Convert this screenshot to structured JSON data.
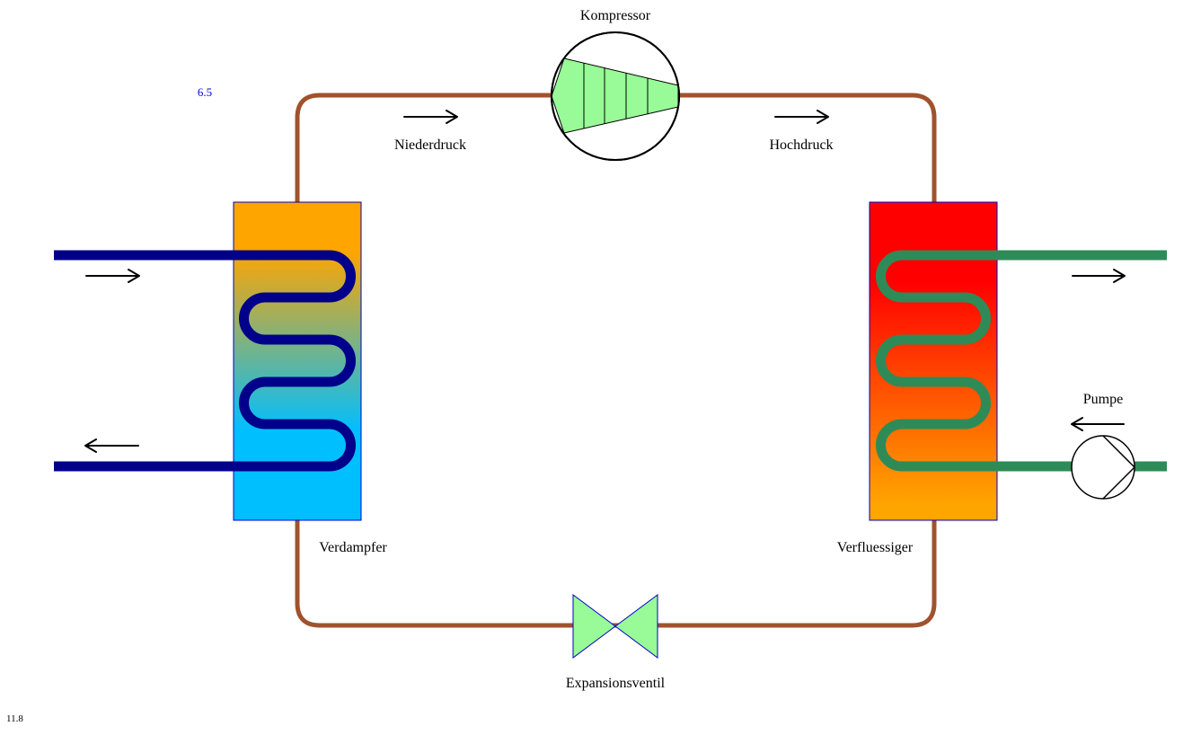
{
  "labels": {
    "compressor": "Kompressor",
    "low_pressure": "Niederdruck",
    "high_pressure": "Hochdruck",
    "evaporator": "Verdampfer",
    "condenser": "Verfluessiger",
    "pump": "Pumpe",
    "expansion_valve": "Expansionsventil"
  },
  "readouts": {
    "top_value": "6.5",
    "bottom_value": "11.8"
  },
  "colors": {
    "refrigerant_pipe": "#a0522d",
    "source_pipe": "#00008b",
    "sink_pipe": "#2e8b57",
    "component_fill": "#98fb98",
    "outline": "#0000cd",
    "evaporator_top": "#ffa500",
    "evaporator_bottom": "#00bfff",
    "condenser_top": "#ff0000",
    "condenser_bottom": "#ffa500",
    "readout_top": "#0000cd",
    "readout_bottom": "#000000"
  }
}
